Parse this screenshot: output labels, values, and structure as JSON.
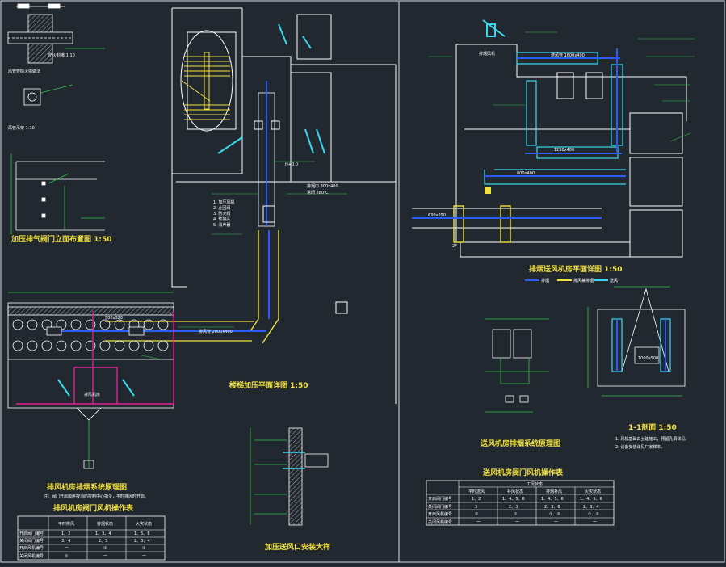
{
  "titles": {
    "stair_pressure_plan": "楼梯加压平面详图 1:50",
    "exhaust_room_system": "排风机房排烟系统原理图",
    "exhaust_room_valve_table": "排风机房阀门风机操作表",
    "pressure_vent_install": "加压送风口安装大样",
    "smoke_vent_elevation": "加压排气阀门立面布置图 1:50",
    "supply_room_plan": "排烟送风机房平面详图 1:50",
    "supply_room_system": "送风机房排烟系统原理图",
    "supply_room_valve_table": "送风机房阀门风机操作表",
    "section_1_1": "1-1剖面 1:50",
    "legend_1": "排烟",
    "legend_2": "排风兼排烟",
    "legend_3": "送风"
  },
  "notes": {
    "exhaust_note": "注：阀门开启顺序按消防控制中心指令，平时排风时开启。",
    "section_note_1": "1. 风机基础由土建施工，预留孔洞详见。",
    "section_note_2": "2. 设备安装详见厂家样本。"
  },
  "left_table": {
    "headers": [
      "",
      "平时排风",
      "排烟状态",
      "火灾状态"
    ],
    "rows": [
      [
        "开启阀门编号",
        "1、2",
        "1、3、4",
        "1、5、6"
      ],
      [
        "关闭阀门编号",
        "3、4",
        "2、5",
        "2、3、4"
      ],
      [
        "开启风机编号",
        "一",
        "①",
        "①"
      ],
      [
        "关闭风机编号",
        "①",
        "一",
        "一"
      ]
    ]
  },
  "right_table": {
    "header_group": "工况状态",
    "headers": [
      "",
      "平时送风",
      "补风状态",
      "排烟补风",
      "火灾状态"
    ],
    "rows": [
      [
        "开启阀门编号",
        "1、2",
        "1、4、5、6",
        "1、4、5、6",
        "1、4、5、6"
      ],
      [
        "关闭阀门编号",
        "3",
        "2、3",
        "2、3、6",
        "2、3、4"
      ],
      [
        "开启风机编号",
        "①",
        "①",
        "①、②",
        "①、②"
      ],
      [
        "关闭风机编号",
        "一",
        "一",
        "一",
        "一"
      ]
    ]
  },
  "labels": {
    "duct_main": "排风管 2000x400",
    "duct_branch": "500x320",
    "supply_duct": "送风管 1600x400",
    "elbow": "1000x500",
    "fan_room": "排风机房",
    "fan_unit": "排烟风机",
    "level": "H+0.0",
    "floor_mark": "2F",
    "size_a": "800x400",
    "size_b": "1250x400",
    "size_c": "630x250"
  }
}
